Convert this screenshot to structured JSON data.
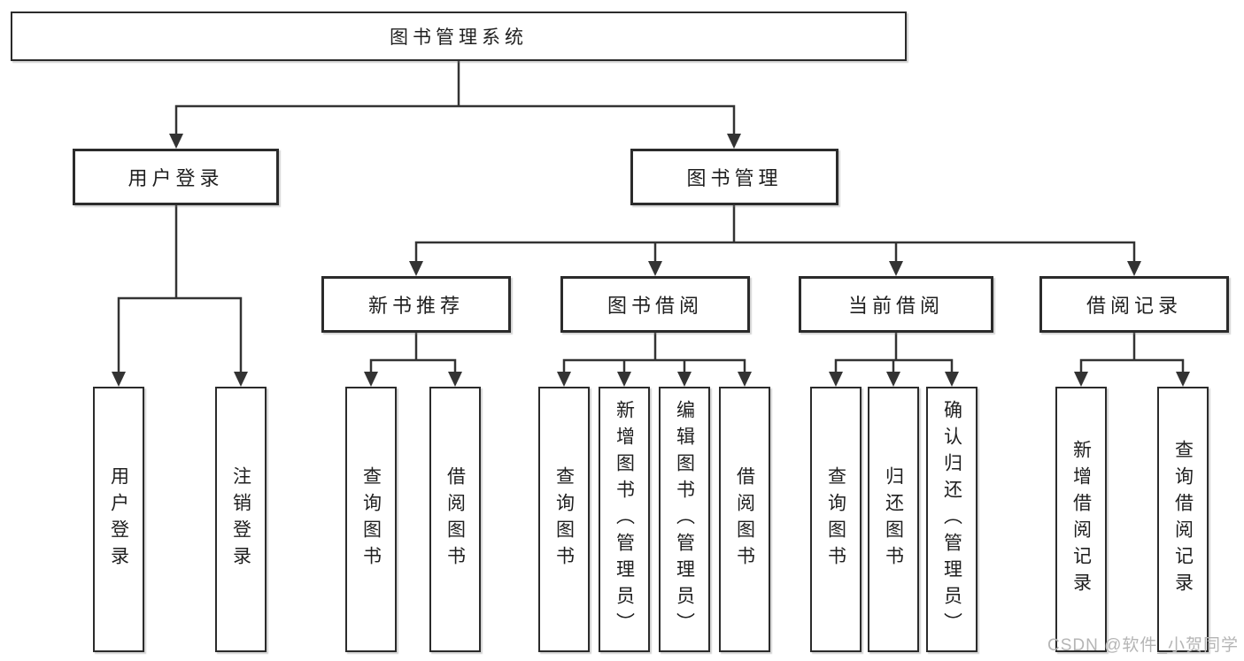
{
  "diagram": {
    "root": {
      "label": "图书管理系统"
    },
    "branches": [
      {
        "label": "用户登录",
        "children": [
          {
            "label": "用户登录"
          },
          {
            "label": "注销登录"
          }
        ]
      },
      {
        "label": "图书管理",
        "groups": [
          {
            "label": "新书推荐",
            "children": [
              {
                "label": "查询图书"
              },
              {
                "label": "借阅图书"
              }
            ]
          },
          {
            "label": "图书借阅",
            "children": [
              {
                "label": "查询图书"
              },
              {
                "label": "新增图书（管理员）"
              },
              {
                "label": "编辑图书（管理员）"
              },
              {
                "label": "借阅图书"
              }
            ]
          },
          {
            "label": "当前借阅",
            "children": [
              {
                "label": "查询图书"
              },
              {
                "label": "归还图书"
              },
              {
                "label": "确认归还（管理员）"
              }
            ]
          },
          {
            "label": "借阅记录",
            "children": [
              {
                "label": "新增借阅记录"
              },
              {
                "label": "查询借阅记录"
              }
            ]
          }
        ]
      }
    ]
  },
  "watermark": {
    "text": "CSDN @软件_小贺同学"
  },
  "colors": {
    "background": "#ffffff",
    "box_fill": "#ffffff",
    "box_border": "#2b2b2b",
    "line": "#333333",
    "text": "#1f1f1f",
    "watermark": "#b5b5b5"
  }
}
